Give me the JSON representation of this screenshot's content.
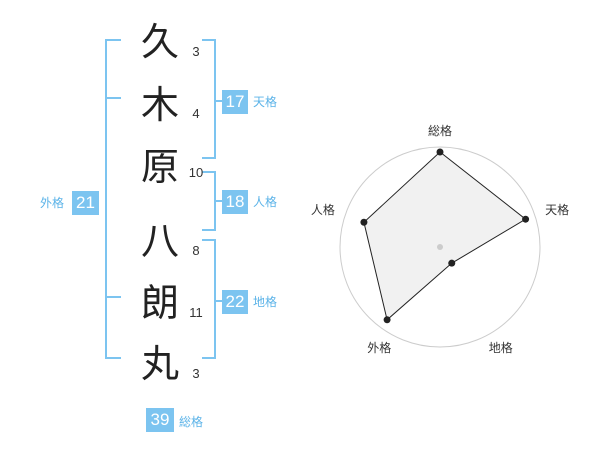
{
  "name_chars": [
    {
      "char": "久",
      "strokes": "3"
    },
    {
      "char": "木",
      "strokes": "4"
    },
    {
      "char": "原",
      "strokes": "10"
    },
    {
      "char": "八",
      "strokes": "8"
    },
    {
      "char": "朗",
      "strokes": "11"
    },
    {
      "char": "丸",
      "strokes": "3"
    }
  ],
  "fortune": {
    "tenkaku": {
      "value": "17",
      "label": "天格"
    },
    "jinkaku": {
      "value": "18",
      "label": "人格"
    },
    "chikaku": {
      "value": "22",
      "label": "地格"
    },
    "gaikaku": {
      "value": "21",
      "label": "外格"
    },
    "soukaku": {
      "value": "39",
      "label": "総格"
    }
  },
  "colors": {
    "badge": "#7cc4f0",
    "bracket": "#7cc4f0",
    "label": "#5bb3e8",
    "radar_fill": "#eeeeee",
    "radar_ring": "#cccccc"
  },
  "chart_data": {
    "type": "radar",
    "axes": [
      "総格",
      "天格",
      "地格",
      "外格",
      "人格"
    ],
    "values": [
      39,
      17,
      22,
      21,
      18
    ],
    "relative_levels": [
      0.95,
      0.9,
      0.2,
      0.9,
      0.8
    ],
    "rings": 4,
    "grid": true
  }
}
